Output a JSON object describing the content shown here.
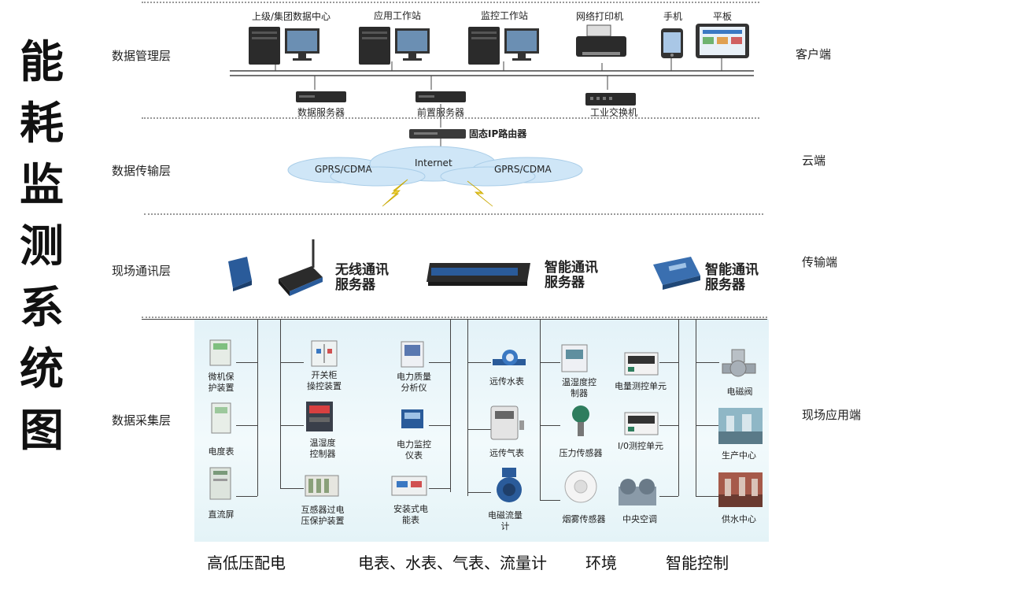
{
  "title_chars": [
    "能",
    "耗",
    "监",
    "测",
    "系",
    "统",
    "图"
  ],
  "layers": {
    "management": "数据管理层",
    "transmission": "数据传输层",
    "field_comm": "现场通讯层",
    "collection": "数据采集层"
  },
  "ends": {
    "client": "客户端",
    "cloud": "云端",
    "transfer": "传输端",
    "field_app": "现场应用端"
  },
  "top_devices": {
    "group_center": "上级/集团数据中心",
    "app_station": "应用工作站",
    "monitor_station": "监控工作站",
    "network_printer": "网络打印机",
    "phone": "手机",
    "tablet": "平板"
  },
  "servers": {
    "data_server": "数据服务器",
    "front_server": "前置服务器",
    "industrial_switch": "工业交换机"
  },
  "network": {
    "router": "固态IP路由器",
    "internet": "Internet",
    "gprs_left": "GPRS/CDMA",
    "gprs_right": "GPRS/CDMA"
  },
  "comm": {
    "wireless_line1": "无线通讯",
    "wireless_line2": "服务器",
    "smart1_line1": "智能通讯",
    "smart1_line2": "服务器",
    "smart2_line1": "智能通讯",
    "smart2_line2": "服务器"
  },
  "field_devices": {
    "col1": [
      "微机保护装置",
      "电度表",
      "直流屏"
    ],
    "col2": [
      "开关柜操控装置",
      "温湿度控制器",
      "互感器过电压保护装置"
    ],
    "col3": [
      "电力质量分析仪",
      "电力监控仪表",
      "安装式电能表"
    ],
    "col4": [
      "远传水表",
      "远传气表",
      "电磁流量计"
    ],
    "col5": [
      "温湿度控制器",
      "压力传感器",
      "烟雾传感器"
    ],
    "col6": [
      "电量测控单元",
      "I/0测控单元",
      "中央空调"
    ],
    "col7": [
      "电磁阀",
      "生产中心",
      "供水中心"
    ]
  },
  "field_label_lines": {
    "c1_0": [
      "微机保",
      "护装置"
    ],
    "c2_0": [
      "开关柜",
      "操控装置"
    ],
    "c2_1": [
      "温湿度",
      "控制器"
    ],
    "c2_2": [
      "互感器过电",
      "压保护装置"
    ],
    "c3_0": [
      "电力质量",
      "分析仪"
    ],
    "c3_1": [
      "电力监控",
      "仪表"
    ],
    "c3_2": [
      "安装式电",
      "能表"
    ],
    "c4_2": [
      "电磁流量",
      "计"
    ],
    "c5_0": [
      "温湿度控",
      "制器"
    ]
  },
  "categories": {
    "hv_lv": "高低压配电",
    "meters": "电表、水表、气表、流量计",
    "environment": "环境",
    "smart_control": "智能控制"
  },
  "colors": {
    "cloud": "#cfe6f7",
    "field_bg": "#e3f2f8",
    "device_dark": "#2b2b2b",
    "device_blue": "#2a5b9a"
  }
}
